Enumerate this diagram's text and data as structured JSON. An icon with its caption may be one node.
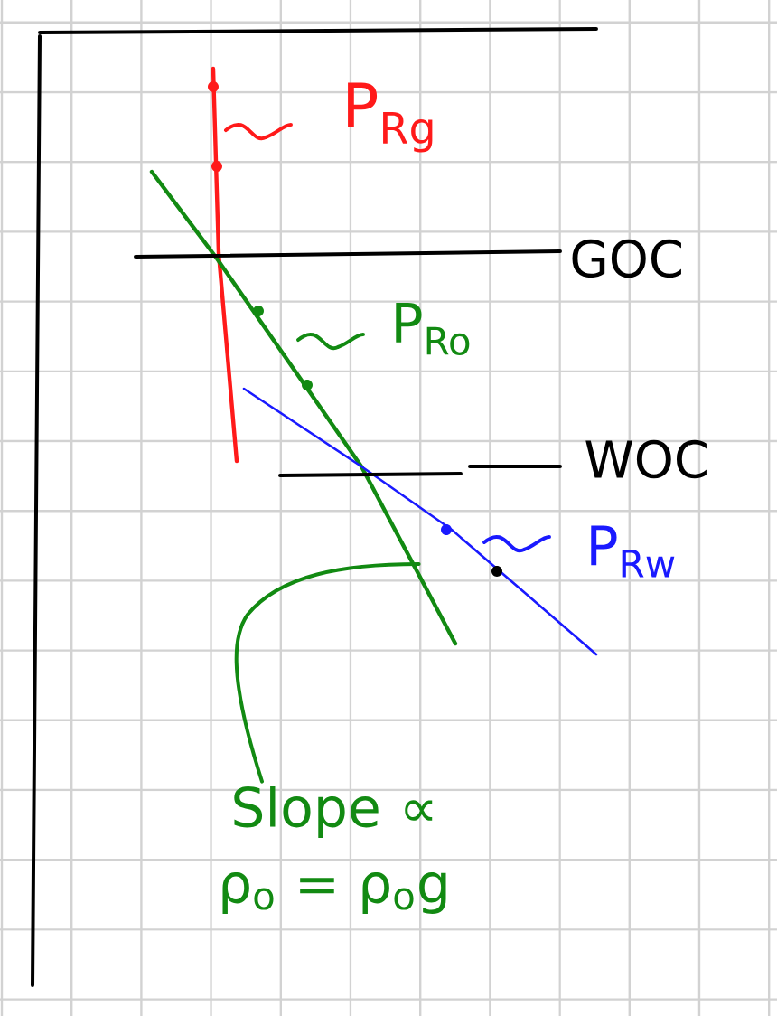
{
  "diagram": {
    "nodes": [
      {
        "text": [],
        "shape": "line"
      },
      {
        "text": [
          "Slope ∝ ρ$_{o}$ = ρ$_{o}$g"
        ]
      }
    ],
    "edges": [
      {
        "from": 1,
        "to": 0,
        "arrow": "none",
        "color": "#128a12"
      }
    ],
    "labels": [
      "P$_{Rg}$",
      "GOC",
      "P$_{Ro}$",
      "WOC",
      "P$_{Rw}$"
    ]
  }
}
